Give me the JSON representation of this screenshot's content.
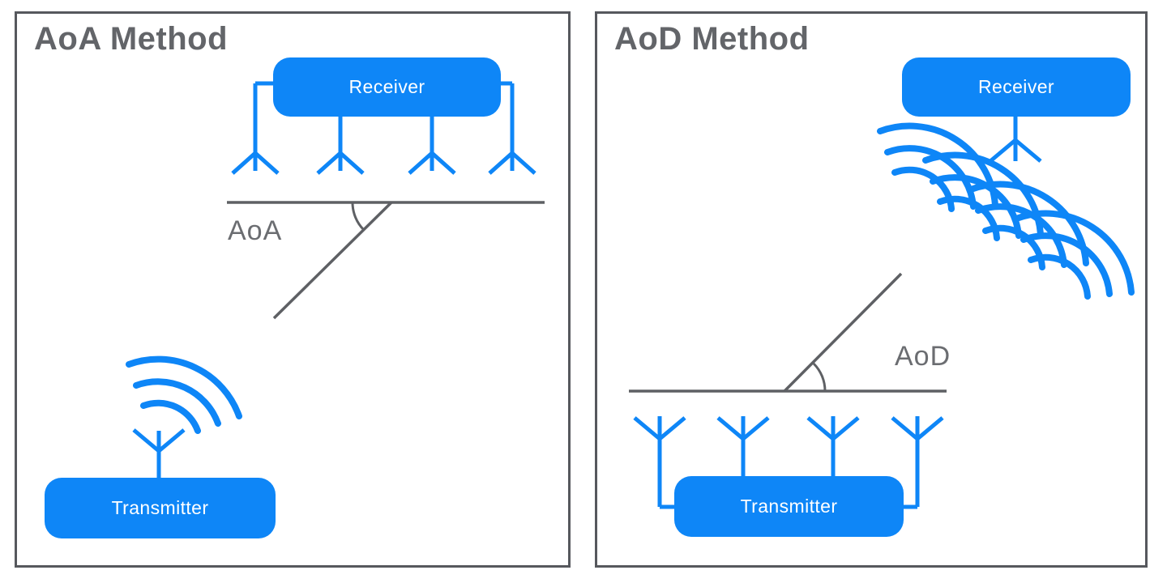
{
  "colors": {
    "accent_blue": "#0e86f7",
    "line_gray": "#5e6064",
    "text_gray": "#6b6d71",
    "title_gray": "#636569",
    "box_text": "#ffffff",
    "background": "#ffffff"
  },
  "panels": [
    {
      "title": "AoA Method",
      "angle_label": "AoA",
      "receiver": {
        "label": "Receiver",
        "antenna_count": 4
      },
      "transmitter": {
        "label": "Transmitter",
        "antenna_count": 1
      },
      "icons": [
        "antenna-array-icon",
        "signal-wave-icon",
        "angle-arc-icon"
      ]
    },
    {
      "title": "AoD Method",
      "angle_label": "AoD",
      "receiver": {
        "label": "Receiver",
        "antenna_count": 1
      },
      "transmitter": {
        "label": "Transmitter",
        "antenna_count": 4
      },
      "icons": [
        "antenna-array-icon",
        "wavefront-lattice-icon",
        "angle-arc-icon"
      ]
    }
  ]
}
